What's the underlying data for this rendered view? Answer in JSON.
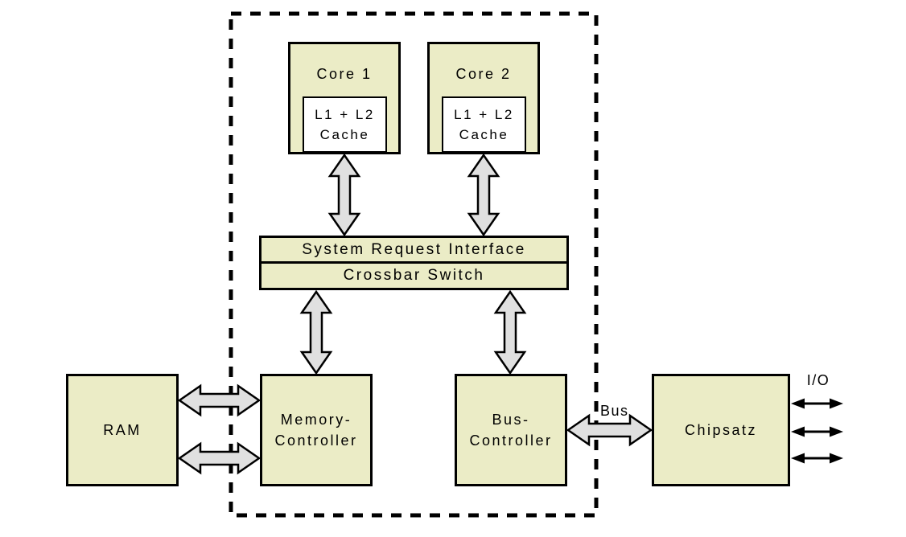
{
  "colors": {
    "background": "#ffffff",
    "box_fill": "#ebecc6",
    "cache_fill": "#ffffff",
    "arrow_fill": "#e0e0e0",
    "outline": "#000000"
  },
  "nodes": {
    "core1": {
      "label": "Core 1"
    },
    "core2": {
      "label": "Core 2"
    },
    "cache1": {
      "line1": "L1 + L2",
      "line2": "Cache"
    },
    "cache2": {
      "line1": "L1 + L2",
      "line2": "Cache"
    },
    "system_request_interface": {
      "label": "System Request Interface"
    },
    "crossbar_switch": {
      "label": "Crossbar Switch"
    },
    "ram": {
      "label": "RAM"
    },
    "memory_controller": {
      "line1": "Memory-",
      "line2": "Controller"
    },
    "bus_controller": {
      "line1": "Bus-",
      "line2": "Controller"
    },
    "chipset": {
      "label": "Chipsatz"
    }
  },
  "labels": {
    "bus": "Bus",
    "io": "I/O"
  }
}
